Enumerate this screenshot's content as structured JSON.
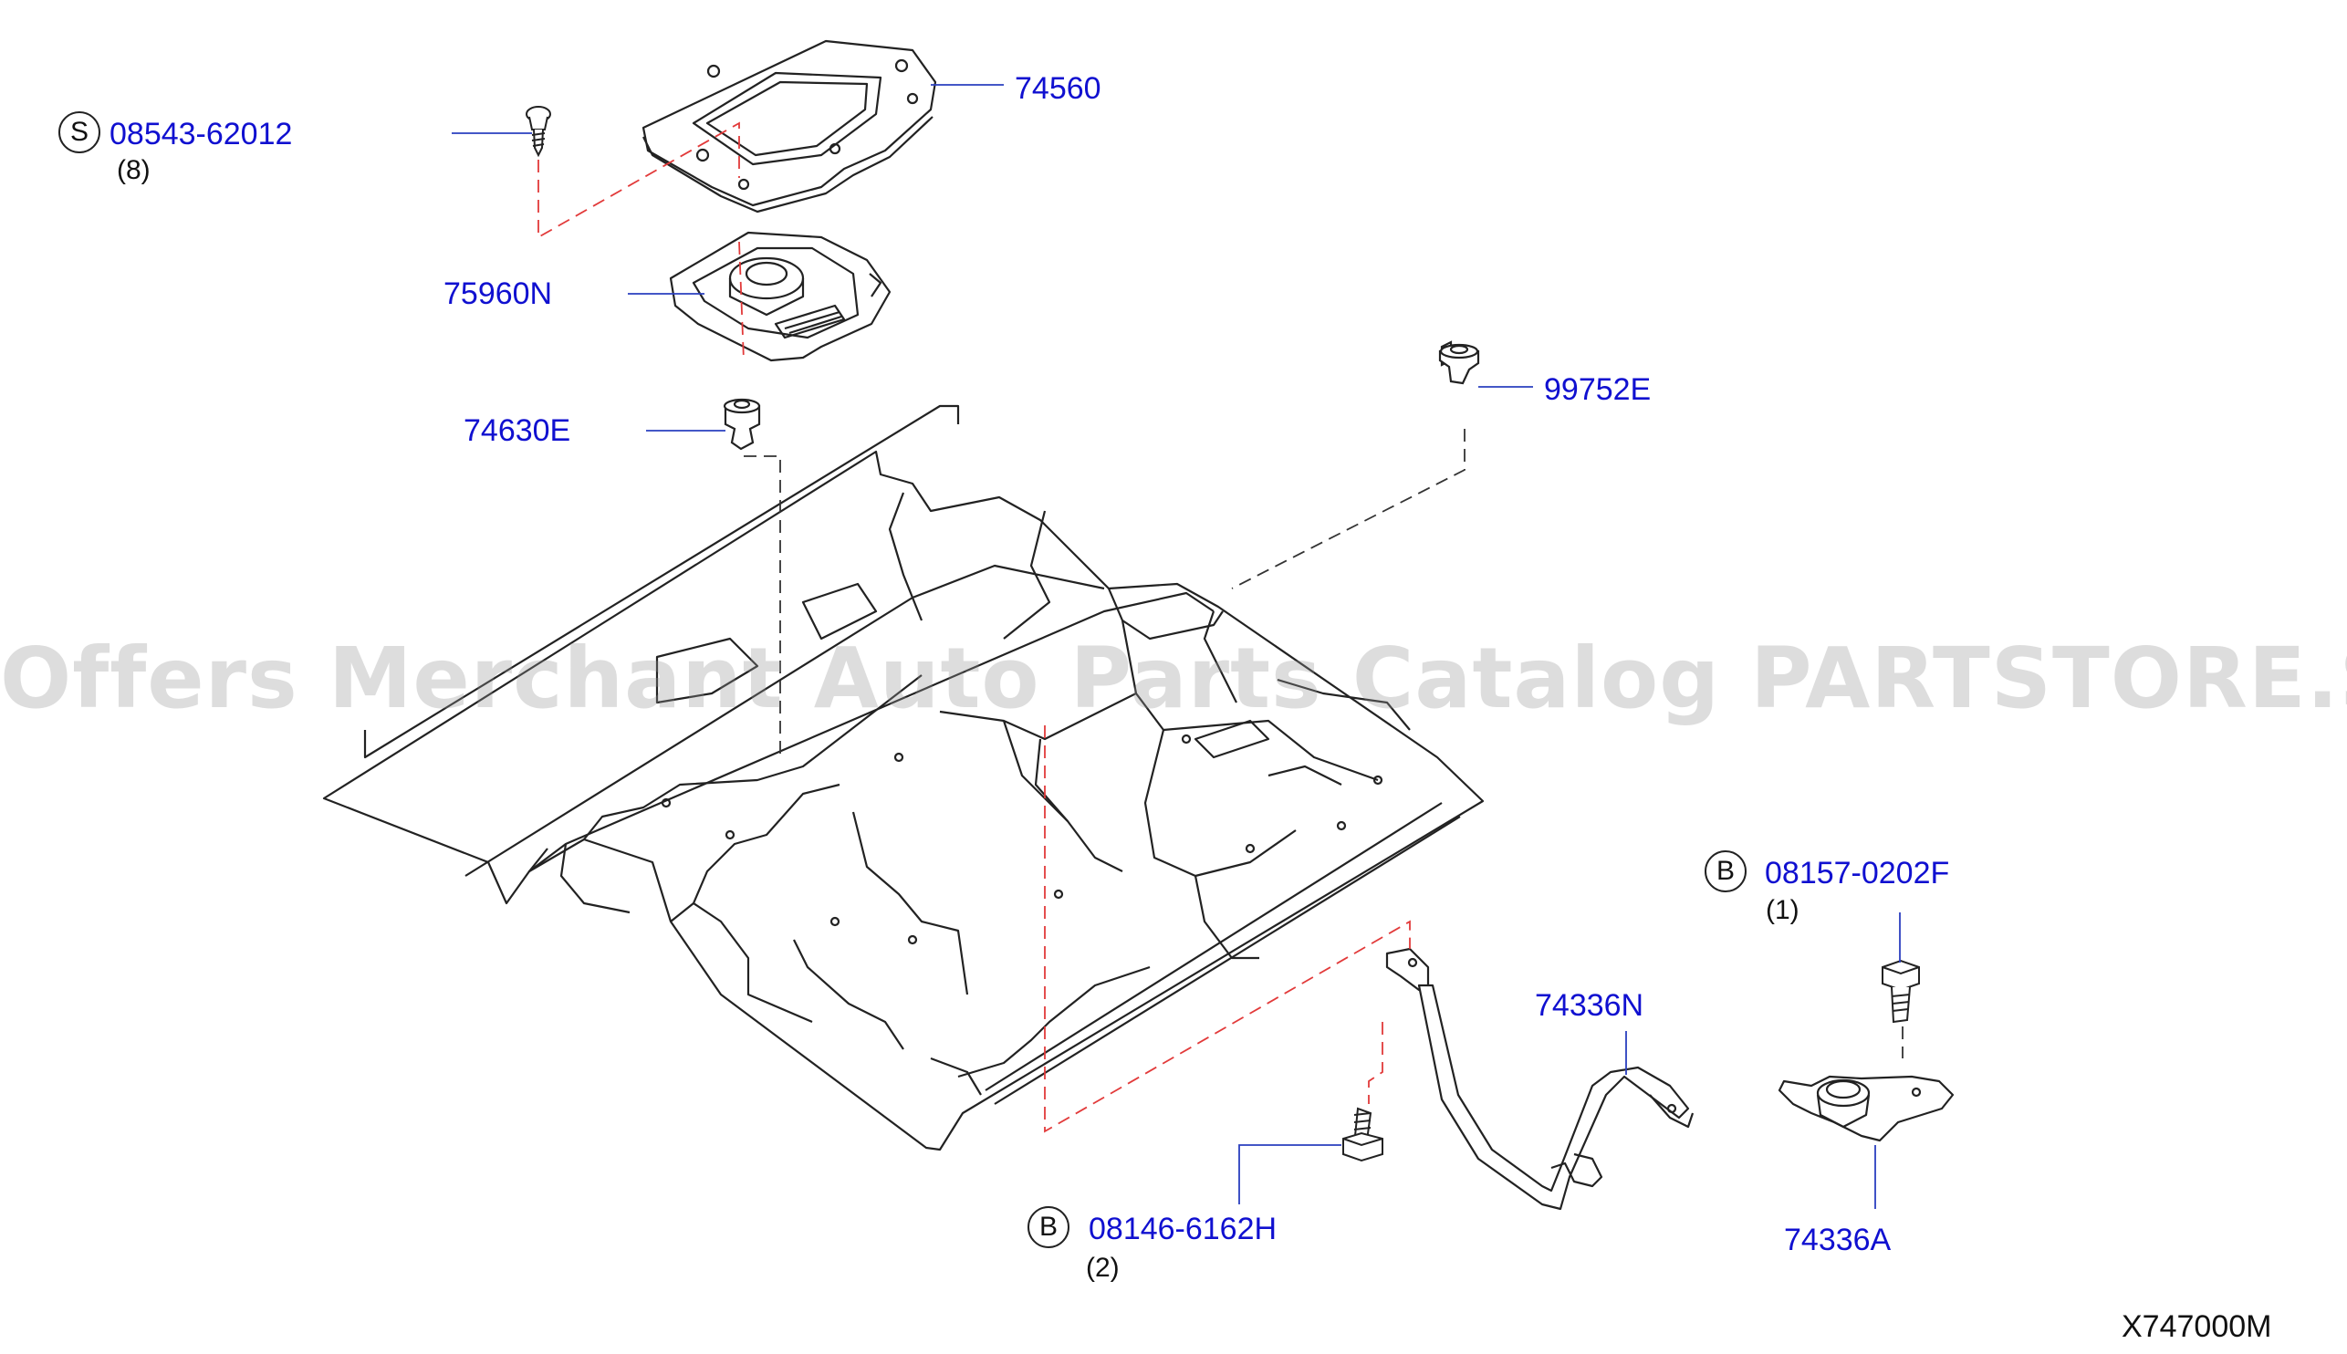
{
  "watermark": "Offers Merchant Auto Parts Catalog PARTSTORE.SA",
  "diagram_code": "X747000M",
  "colors": {
    "label_blue": "#1010d0",
    "leader_blue": "#2a3fbf",
    "dash_red": "#e23a3a",
    "line_black": "#222222",
    "watermark_gray": "#969696"
  },
  "parts": [
    {
      "id": "p1",
      "number": "08543-62012",
      "prefix": "S",
      "qty": "(8)"
    },
    {
      "id": "p2",
      "number": "74560"
    },
    {
      "id": "p3",
      "number": "75960N"
    },
    {
      "id": "p4",
      "number": "74630E"
    },
    {
      "id": "p5",
      "number": "99752E"
    },
    {
      "id": "p6",
      "number": "08157-0202F",
      "prefix": "B",
      "qty": "(1)"
    },
    {
      "id": "p7",
      "number": "74336N"
    },
    {
      "id": "p8",
      "number": "08146-6162H",
      "prefix": "B",
      "qty": "(2)"
    },
    {
      "id": "p9",
      "number": "74336A"
    }
  ]
}
